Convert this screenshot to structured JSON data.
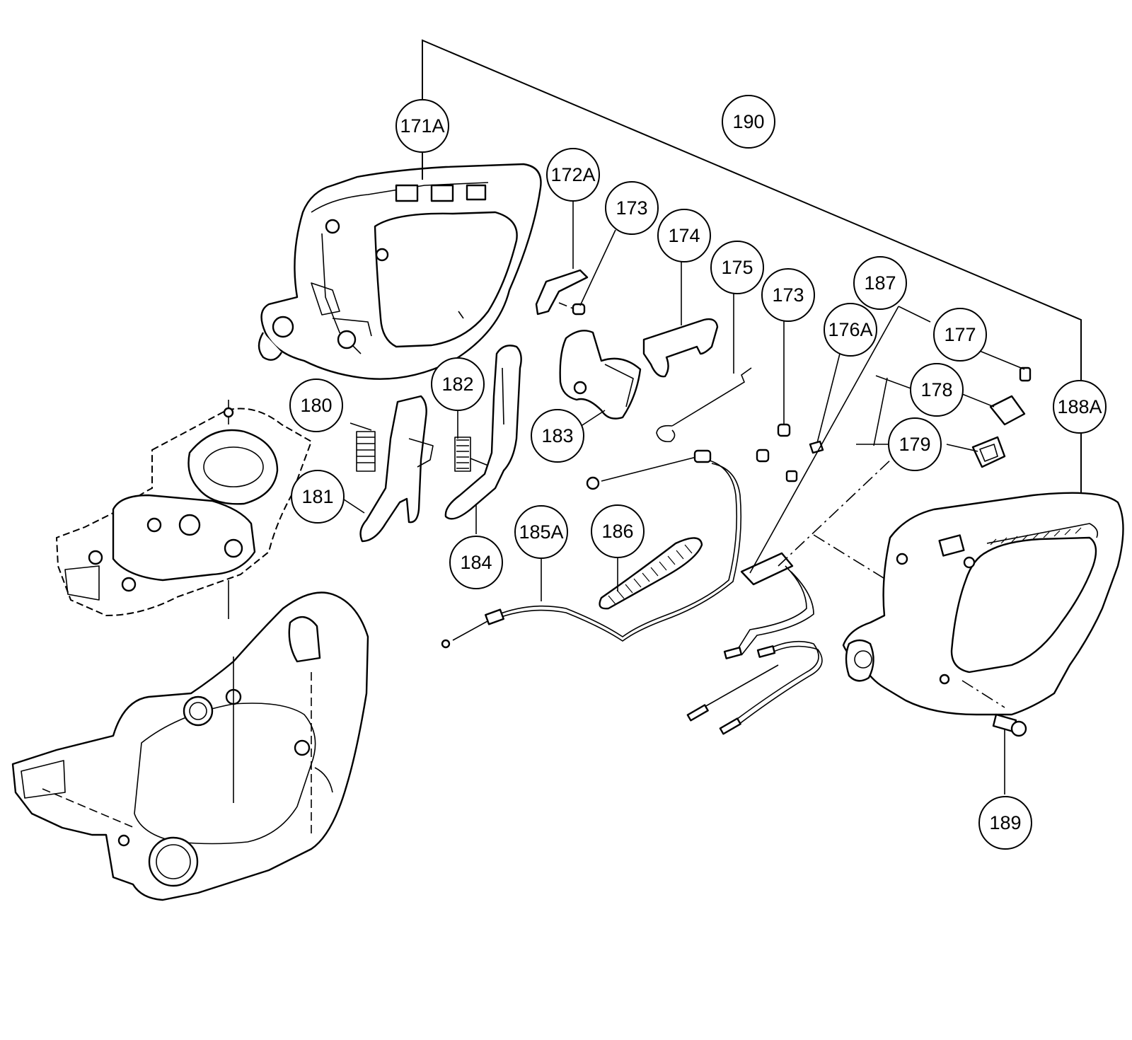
{
  "labels": {
    "l171A": "171A",
    "l172A": "172A",
    "l173a": "173",
    "l173b": "173",
    "l174": "174",
    "l175": "175",
    "l176A": "176A",
    "l177": "177",
    "l178": "178",
    "l179": "179",
    "l180": "180",
    "l181": "181",
    "l182": "182",
    "l183": "183",
    "l184": "184",
    "l185A": "185A",
    "l186": "186",
    "l187": "187",
    "l188A": "188A",
    "l189": "189",
    "l190": "190"
  }
}
